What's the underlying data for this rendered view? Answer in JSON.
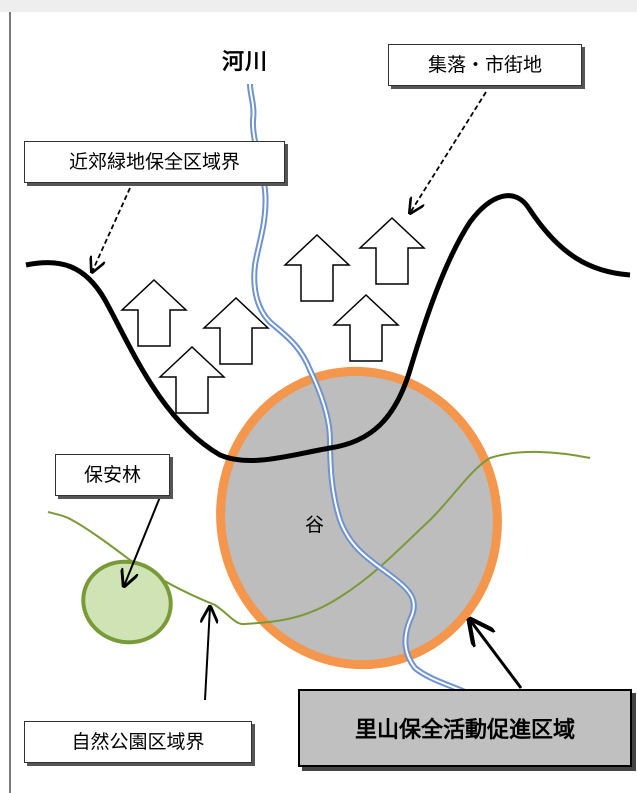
{
  "labels": {
    "river": "河川",
    "settlement": "集落・市街地",
    "suburban_green_boundary": "近郊緑地保全区域界",
    "valley": "谷",
    "protection_forest": "保安林",
    "natural_park_boundary": "自然公園区域界",
    "satoyama_zone": "里山保全活動促進区域"
  },
  "colors": {
    "zone_fill": "#bdbdbd",
    "zone_border": "#f4964b",
    "river": "#6f93cf",
    "park_line": "#7a9a3a",
    "forest_fill": "#cfe3b5",
    "forest_border": "#7a9a3a",
    "boundary_line": "#000000"
  },
  "icons": [
    "house-icon",
    "arrow-icon"
  ]
}
